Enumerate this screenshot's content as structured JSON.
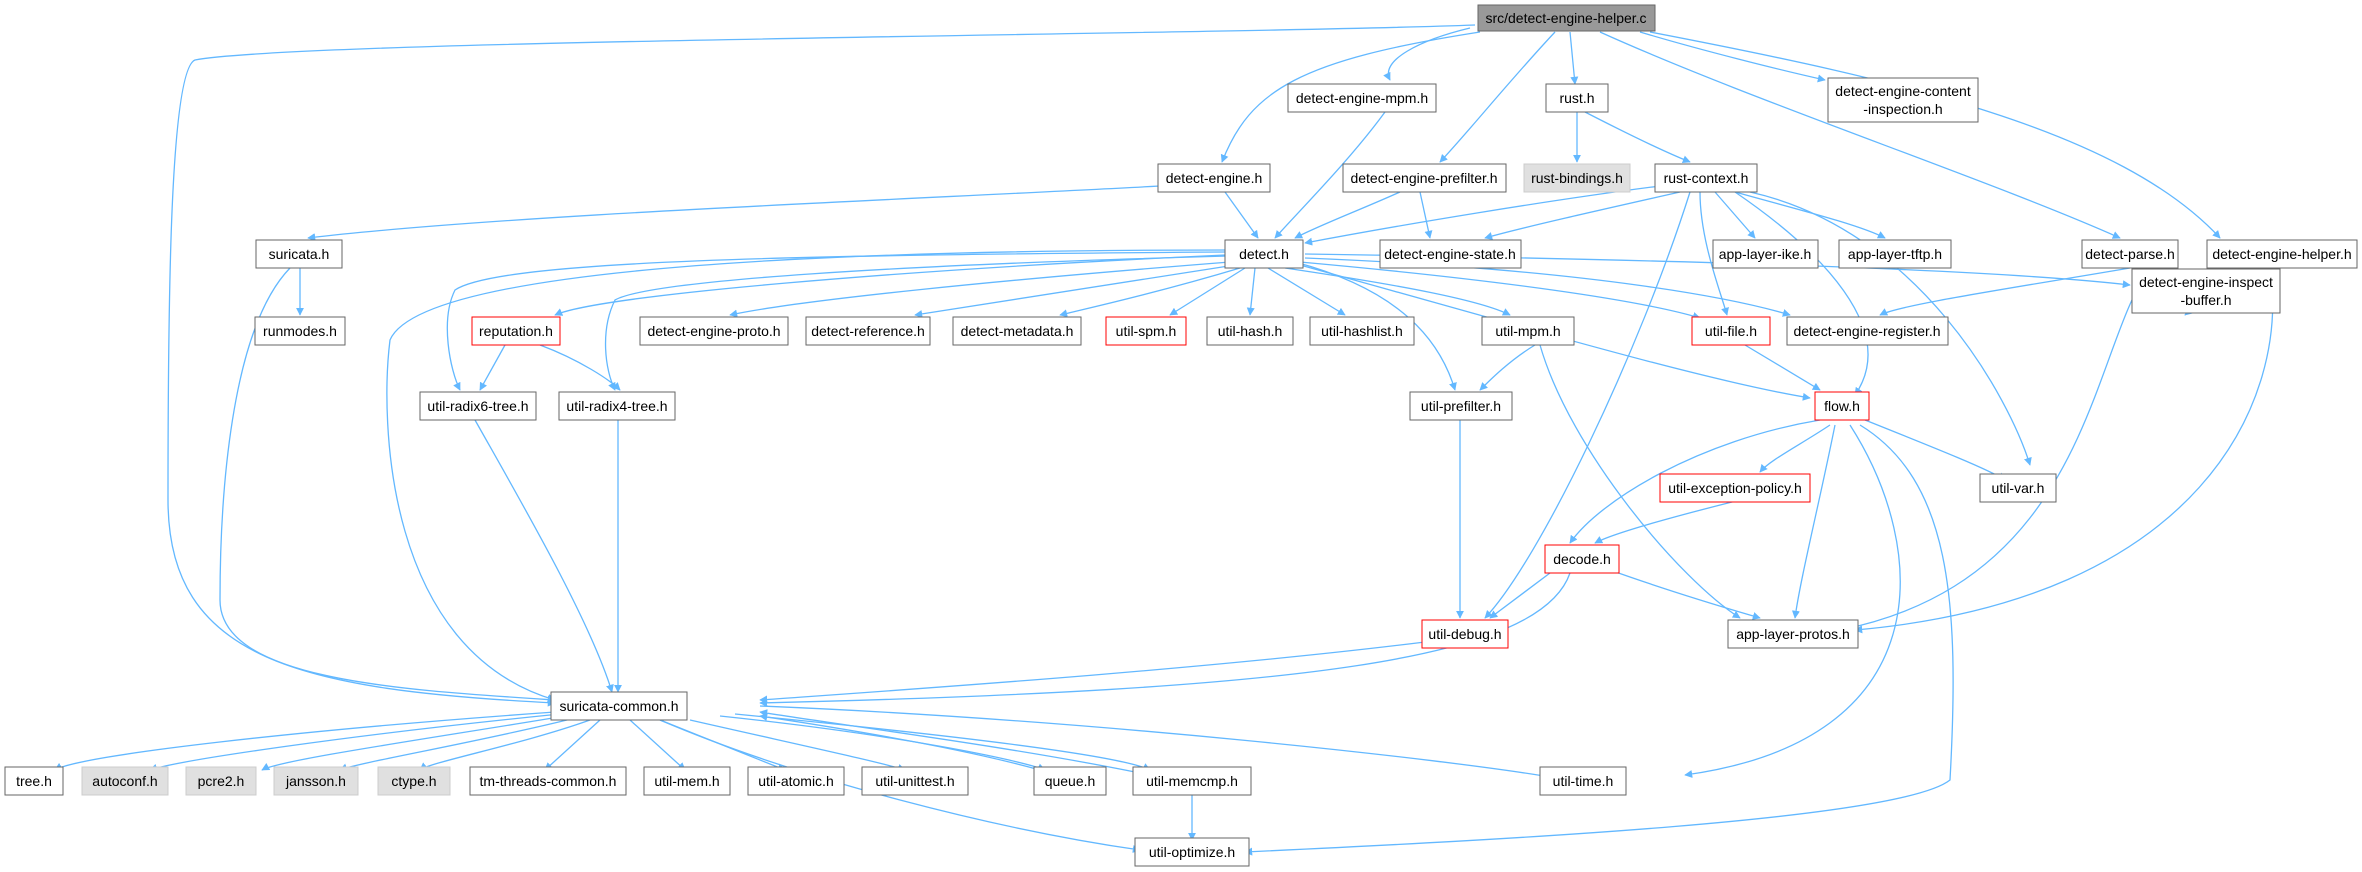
{
  "colors": {
    "edge": "#63b8ff",
    "node_border": "#666666",
    "node_fill": "#ffffff",
    "root_fill": "#999999",
    "external_fill": "#e0e0e0",
    "external_border": "#cccccc",
    "truncated_border": "#ff0000"
  },
  "nodes": {
    "root": "src/detect-engine-helper.c",
    "detect_engine_mpm": "detect-engine-mpm.h",
    "rust": "rust.h",
    "content_inspection": [
      "detect-engine-content",
      "-inspection.h"
    ],
    "detect_engine": "detect-engine.h",
    "detect_engine_prefilter": "detect-engine-prefilter.h",
    "rust_bindings": "rust-bindings.h",
    "rust_context": "rust-context.h",
    "suricata": "suricata.h",
    "detect": "detect.h",
    "detect_engine_state": "detect-engine-state.h",
    "app_layer_ike": "app-layer-ike.h",
    "app_layer_tftp": "app-layer-tftp.h",
    "detect_parse": "detect-parse.h",
    "detect_engine_helper": "detect-engine-helper.h",
    "runmodes": "runmodes.h",
    "reputation": "reputation.h",
    "detect_engine_proto": "detect-engine-proto.h",
    "detect_reference": "detect-reference.h",
    "detect_metadata": "detect-metadata.h",
    "util_spm": "util-spm.h",
    "util_hash": "util-hash.h",
    "util_hashlist": "util-hashlist.h",
    "util_mpm": "util-mpm.h",
    "util_file": "util-file.h",
    "detect_engine_register": "detect-engine-register.h",
    "inspect_buffer": [
      "detect-engine-inspect",
      "-buffer.h"
    ],
    "util_radix6_tree": "util-radix6-tree.h",
    "util_radix4_tree": "util-radix4-tree.h",
    "util_prefilter": "util-prefilter.h",
    "flow": "flow.h",
    "util_exception_policy": "util-exception-policy.h",
    "util_var": "util-var.h",
    "decode": "decode.h",
    "util_debug": "util-debug.h",
    "app_layer_protos": "app-layer-protos.h",
    "suricata_common": "suricata-common.h",
    "tree": "tree.h",
    "autoconf": "autoconf.h",
    "pcre2": "pcre2.h",
    "jansson": "jansson.h",
    "ctype": "ctype.h",
    "tm_threads_common": "tm-threads-common.h",
    "util_mem": "util-mem.h",
    "util_atomic": "util-atomic.h",
    "util_unittest": "util-unittest.h",
    "queue": "queue.h",
    "util_memcmp": "util-memcmp.h",
    "util_time": "util-time.h",
    "util_optimize": "util-optimize.h"
  }
}
